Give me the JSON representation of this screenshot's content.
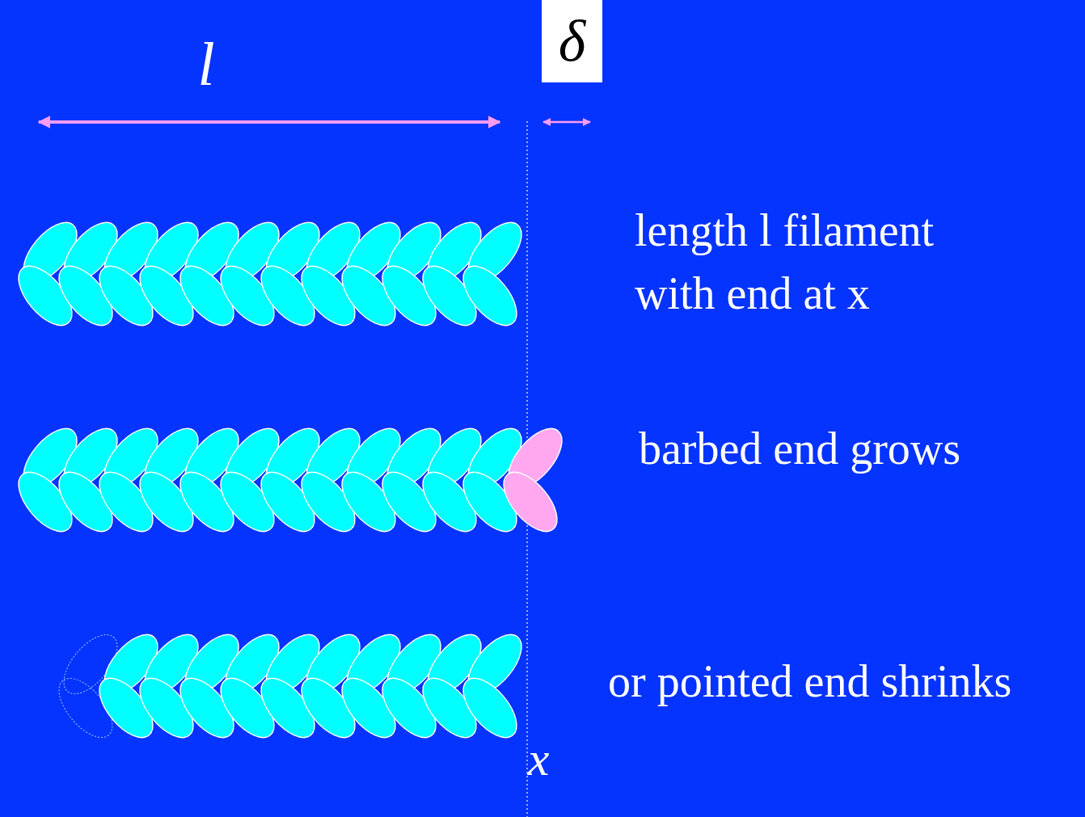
{
  "diagram": {
    "nodes": [
      {
        "text": [
          "δ"
        ]
      }
    ],
    "labels": [
      "l",
      "length l filament with end at x",
      "barbed end grows",
      "or pointed end shrinks",
      "x"
    ]
  }
}
